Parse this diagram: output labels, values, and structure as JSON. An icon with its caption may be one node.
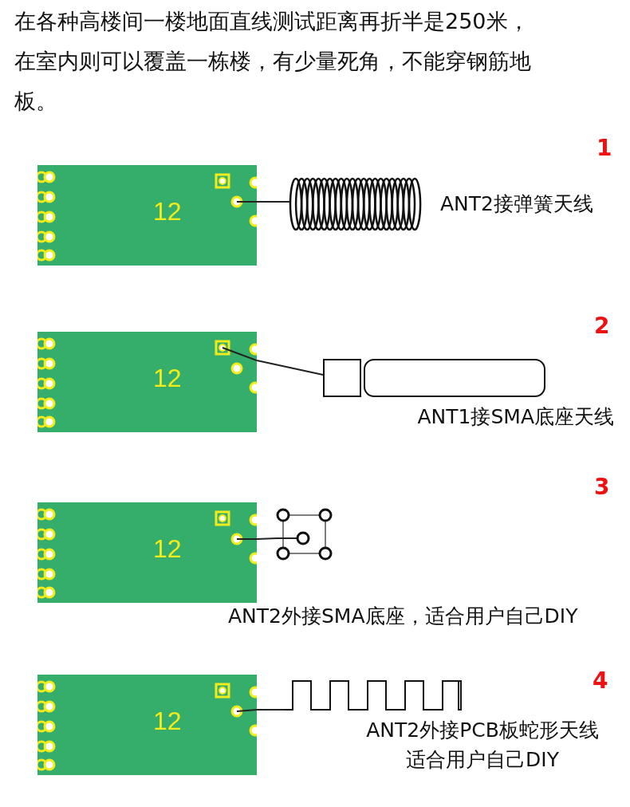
{
  "diagram": {
    "nodes": [
      {
        "text": [
          "12"
        ]
      },
      {
        "text": [],
        "shape": "coil",
        "beside": [
          "ANT2接弹簧天线"
        ]
      },
      {
        "text": [
          "12"
        ]
      },
      {
        "text": [],
        "shape": "antenna",
        "beside": [
          "ANT1接SMA底座天线"
        ]
      },
      {
        "text": [
          "12"
        ]
      },
      {
        "text": [],
        "shape": "connector"
      },
      {
        "text": [
          "12"
        ]
      },
      {
        "text": [],
        "shape": "meander",
        "beside": [
          "ANT2外接PCB板蛇形天线",
          "适合用户自己DIY"
        ]
      }
    ],
    "edges": [
      {
        "from": 0,
        "to": 1,
        "arrow": "none"
      },
      {
        "from": 2,
        "to": 3,
        "arrow": "none"
      },
      {
        "from": 4,
        "to": 5,
        "arrow": "none"
      },
      {
        "from": 6,
        "to": 7,
        "arrow": "none"
      }
    ],
    "labels": [
      "在各种高楼间一楼地面直线测试距离再折半是250米，在室内则可以覆盖一栋楼，有少量死角，不能穿钢筋地板。",
      "1",
      "2",
      "3",
      "ANT2外接SMA底座，适合用户自己DIY",
      "4"
    ]
  }
}
